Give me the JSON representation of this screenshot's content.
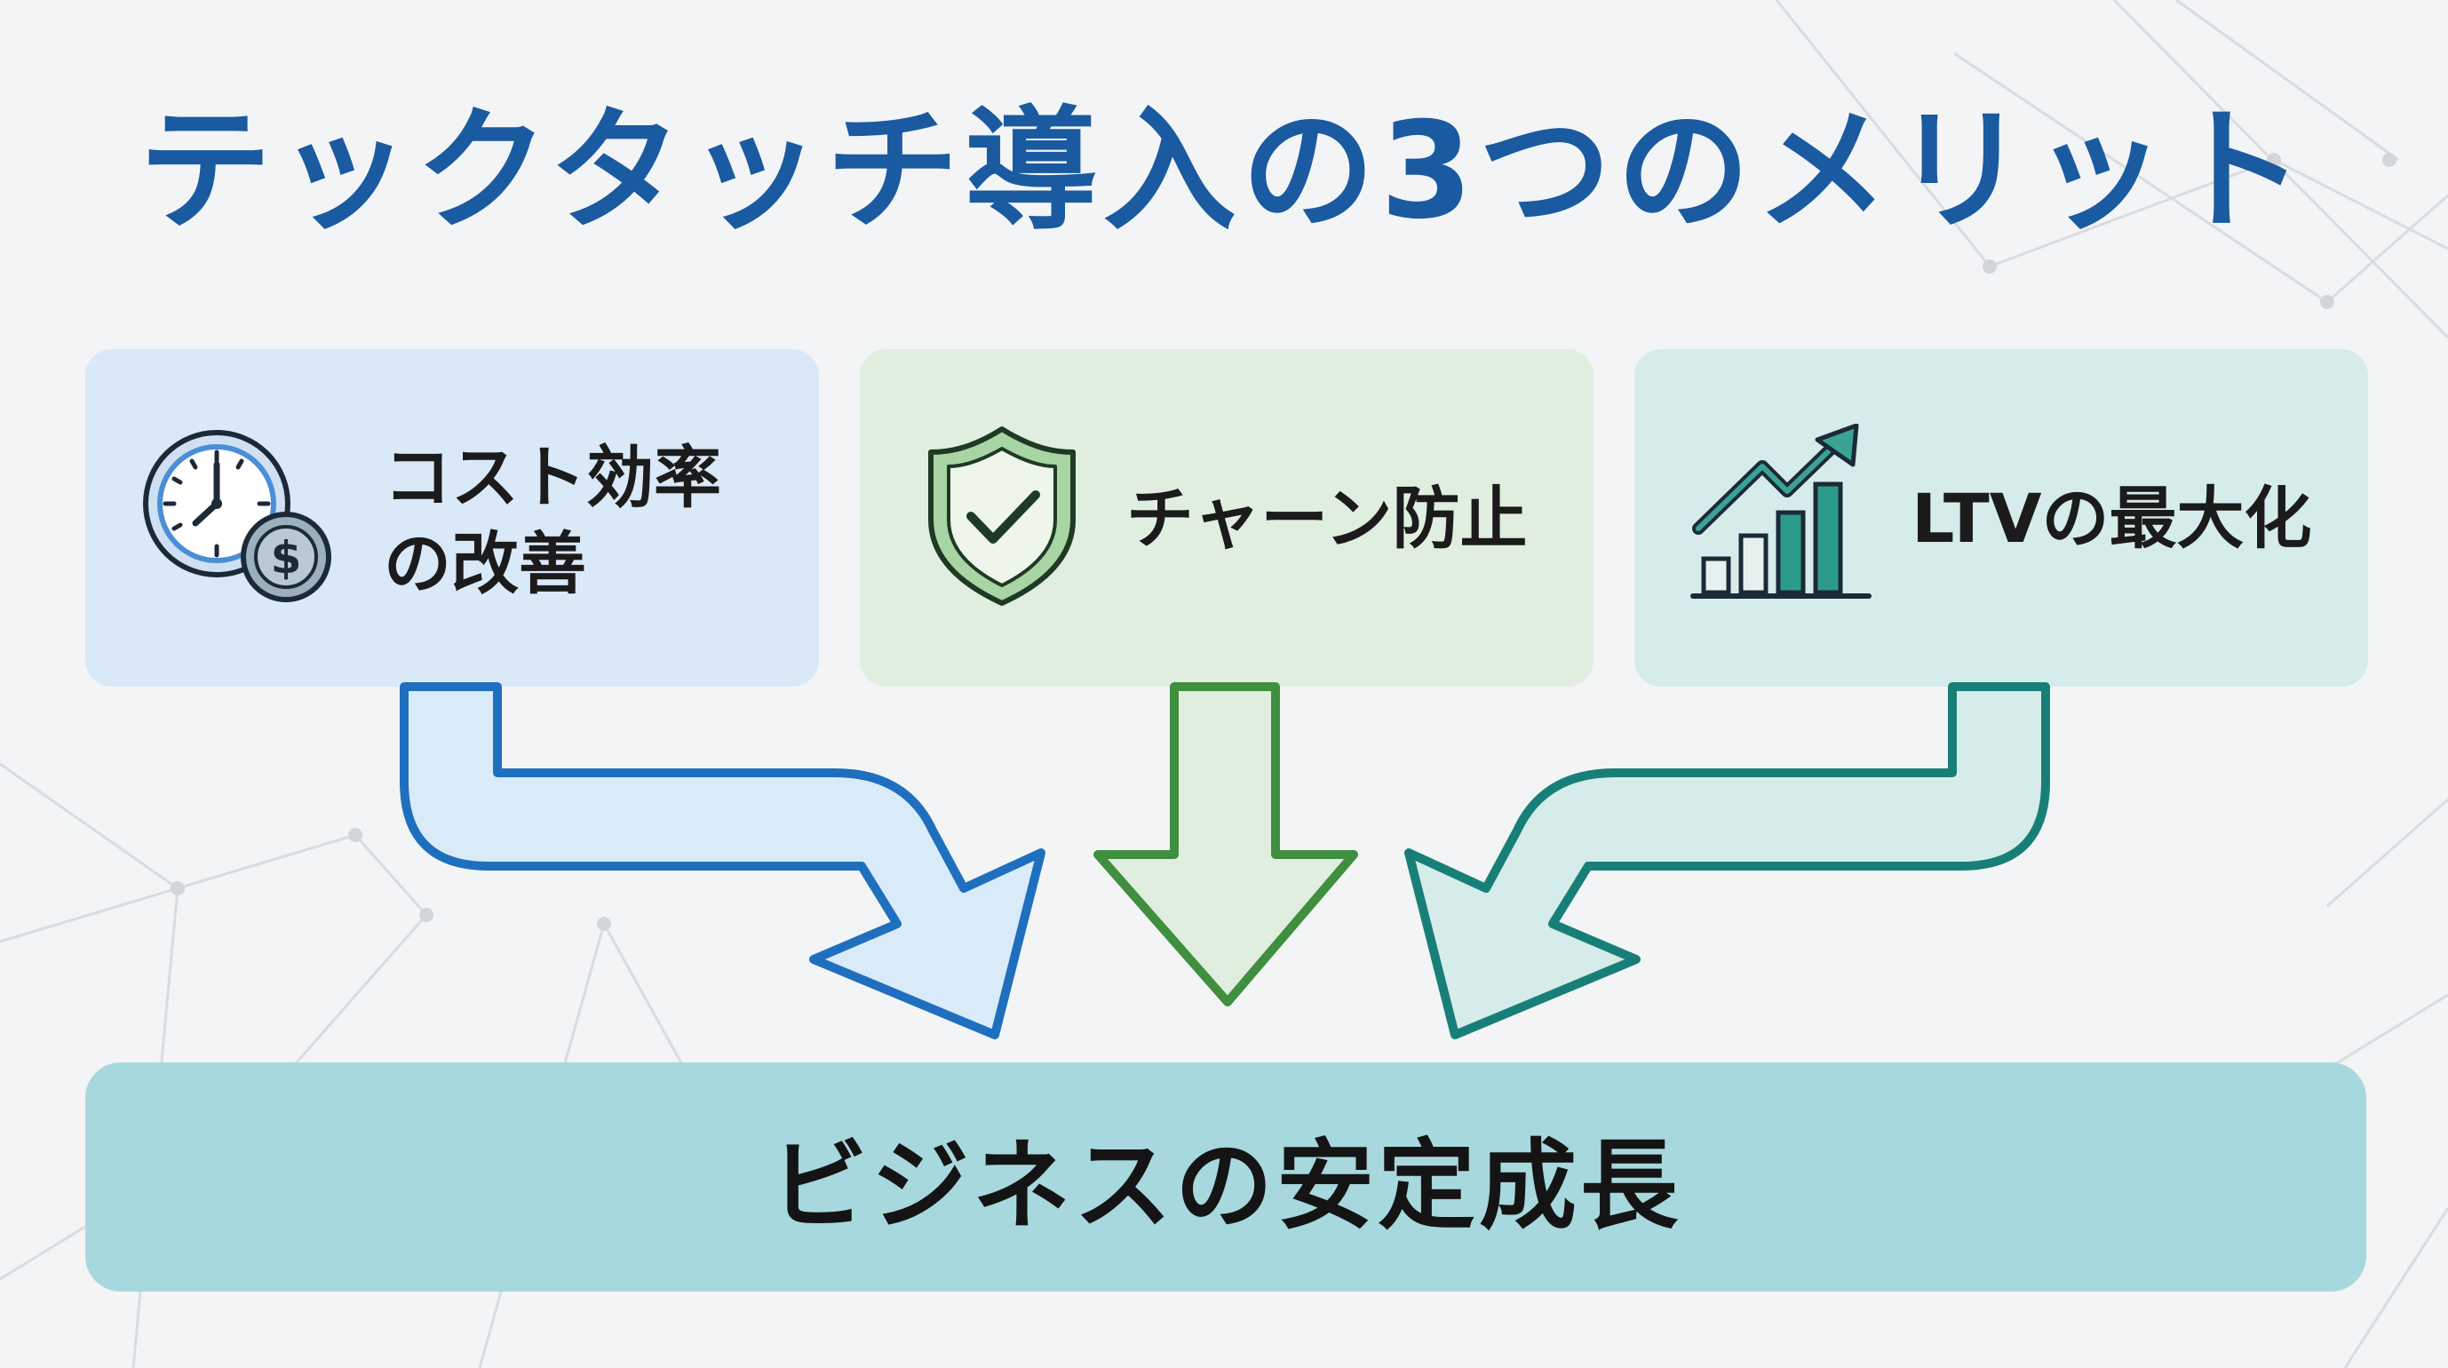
{
  "title": "テックタッチ導入の3つのメリット",
  "benefits": [
    {
      "label_line1": "コスト効率",
      "label_line2": "の改善",
      "icon": "clock-dollar-icon",
      "accent": "#1f6fbf",
      "fill": "#d9e9f8"
    },
    {
      "label": "チャーン防止",
      "icon": "shield-check-icon",
      "accent": "#3f8f3f",
      "fill": "#e0eee0"
    },
    {
      "label": "LTVの最大化",
      "icon": "growth-chart-icon",
      "accent": "#187f78",
      "fill": "#d6ecea"
    }
  ],
  "result": {
    "label": "ビジネスの安定成長",
    "fill": "#a7d8dd"
  }
}
